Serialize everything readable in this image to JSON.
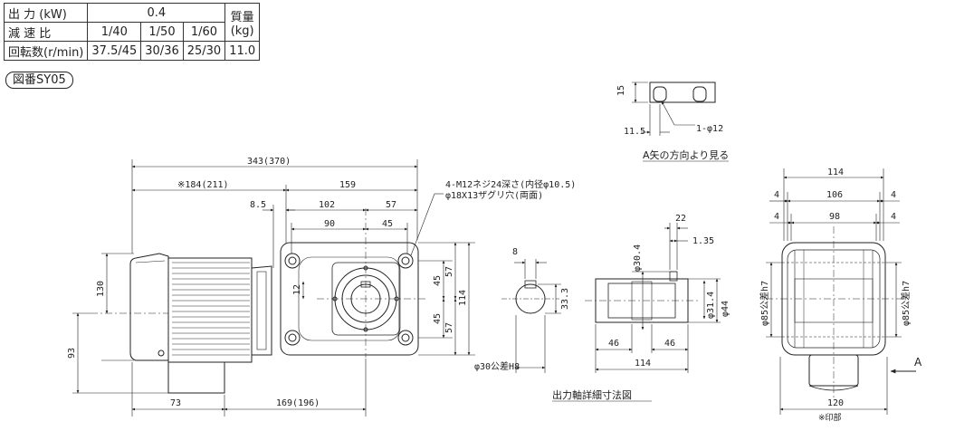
{
  "spec_table": {
    "output_label": "出 力 (kW)",
    "output_value": "0.4",
    "mass_label_1": "質量",
    "mass_label_2": "(kg)",
    "ratio_label": "減 速 比",
    "ratios": [
      "1/40",
      "1/50",
      "1/60"
    ],
    "speed_label": "回転数(r/min)",
    "speeds": [
      "37.5/45",
      "30/36",
      "25/30"
    ],
    "mass_value": "11.0"
  },
  "figure_id": "図番SY05",
  "view_a": {
    "dim_15": "15",
    "dim_11_5": "11.5",
    "hole": "1-φ12",
    "caption": "A矢の方向より見る"
  },
  "front": {
    "dim_343": "343(370)",
    "dim_184": "※184(211)",
    "dim_159": "159",
    "dim_8_5": "8.5",
    "dim_102": "102",
    "dim_57_top": "57",
    "dim_90": "90",
    "dim_45_top": "45",
    "note1": "4-M12ネジ24深さ(内径φ10.5)",
    "note2": "φ18X13ザグリ穴(両面)",
    "dim_130": "130",
    "dim_93": "93",
    "dim_12": "12",
    "dim_45_a": "45",
    "dim_45_b": "45",
    "dim_57_a": "57",
    "dim_57_b": "57",
    "dim_114": "114",
    "dim_73": "73",
    "dim_169": "169(196)"
  },
  "shaft": {
    "dim_8": "8",
    "dim_33_3": "33.3",
    "hole_dia": "φ30公差H8",
    "dim_22": "22",
    "dim_1_35": "1.35",
    "dim_30_4": "φ30.4",
    "dim_31_4": "φ31.4",
    "dim_44": "φ44",
    "dim_46a": "46",
    "dim_46b": "46",
    "dim_114": "114",
    "caption": "出力軸詳細寸法図"
  },
  "side": {
    "dim_114": "114",
    "dim_4a": "4",
    "dim_106": "106",
    "dim_4b": "4",
    "dim_4c": "4",
    "dim_98": "98",
    "dim_4d": "4",
    "dia_left": "φ85公差h7",
    "dia_right": "φ85公差h7",
    "dim_120": "120",
    "note": "※印部",
    "arrow_label": "A"
  }
}
